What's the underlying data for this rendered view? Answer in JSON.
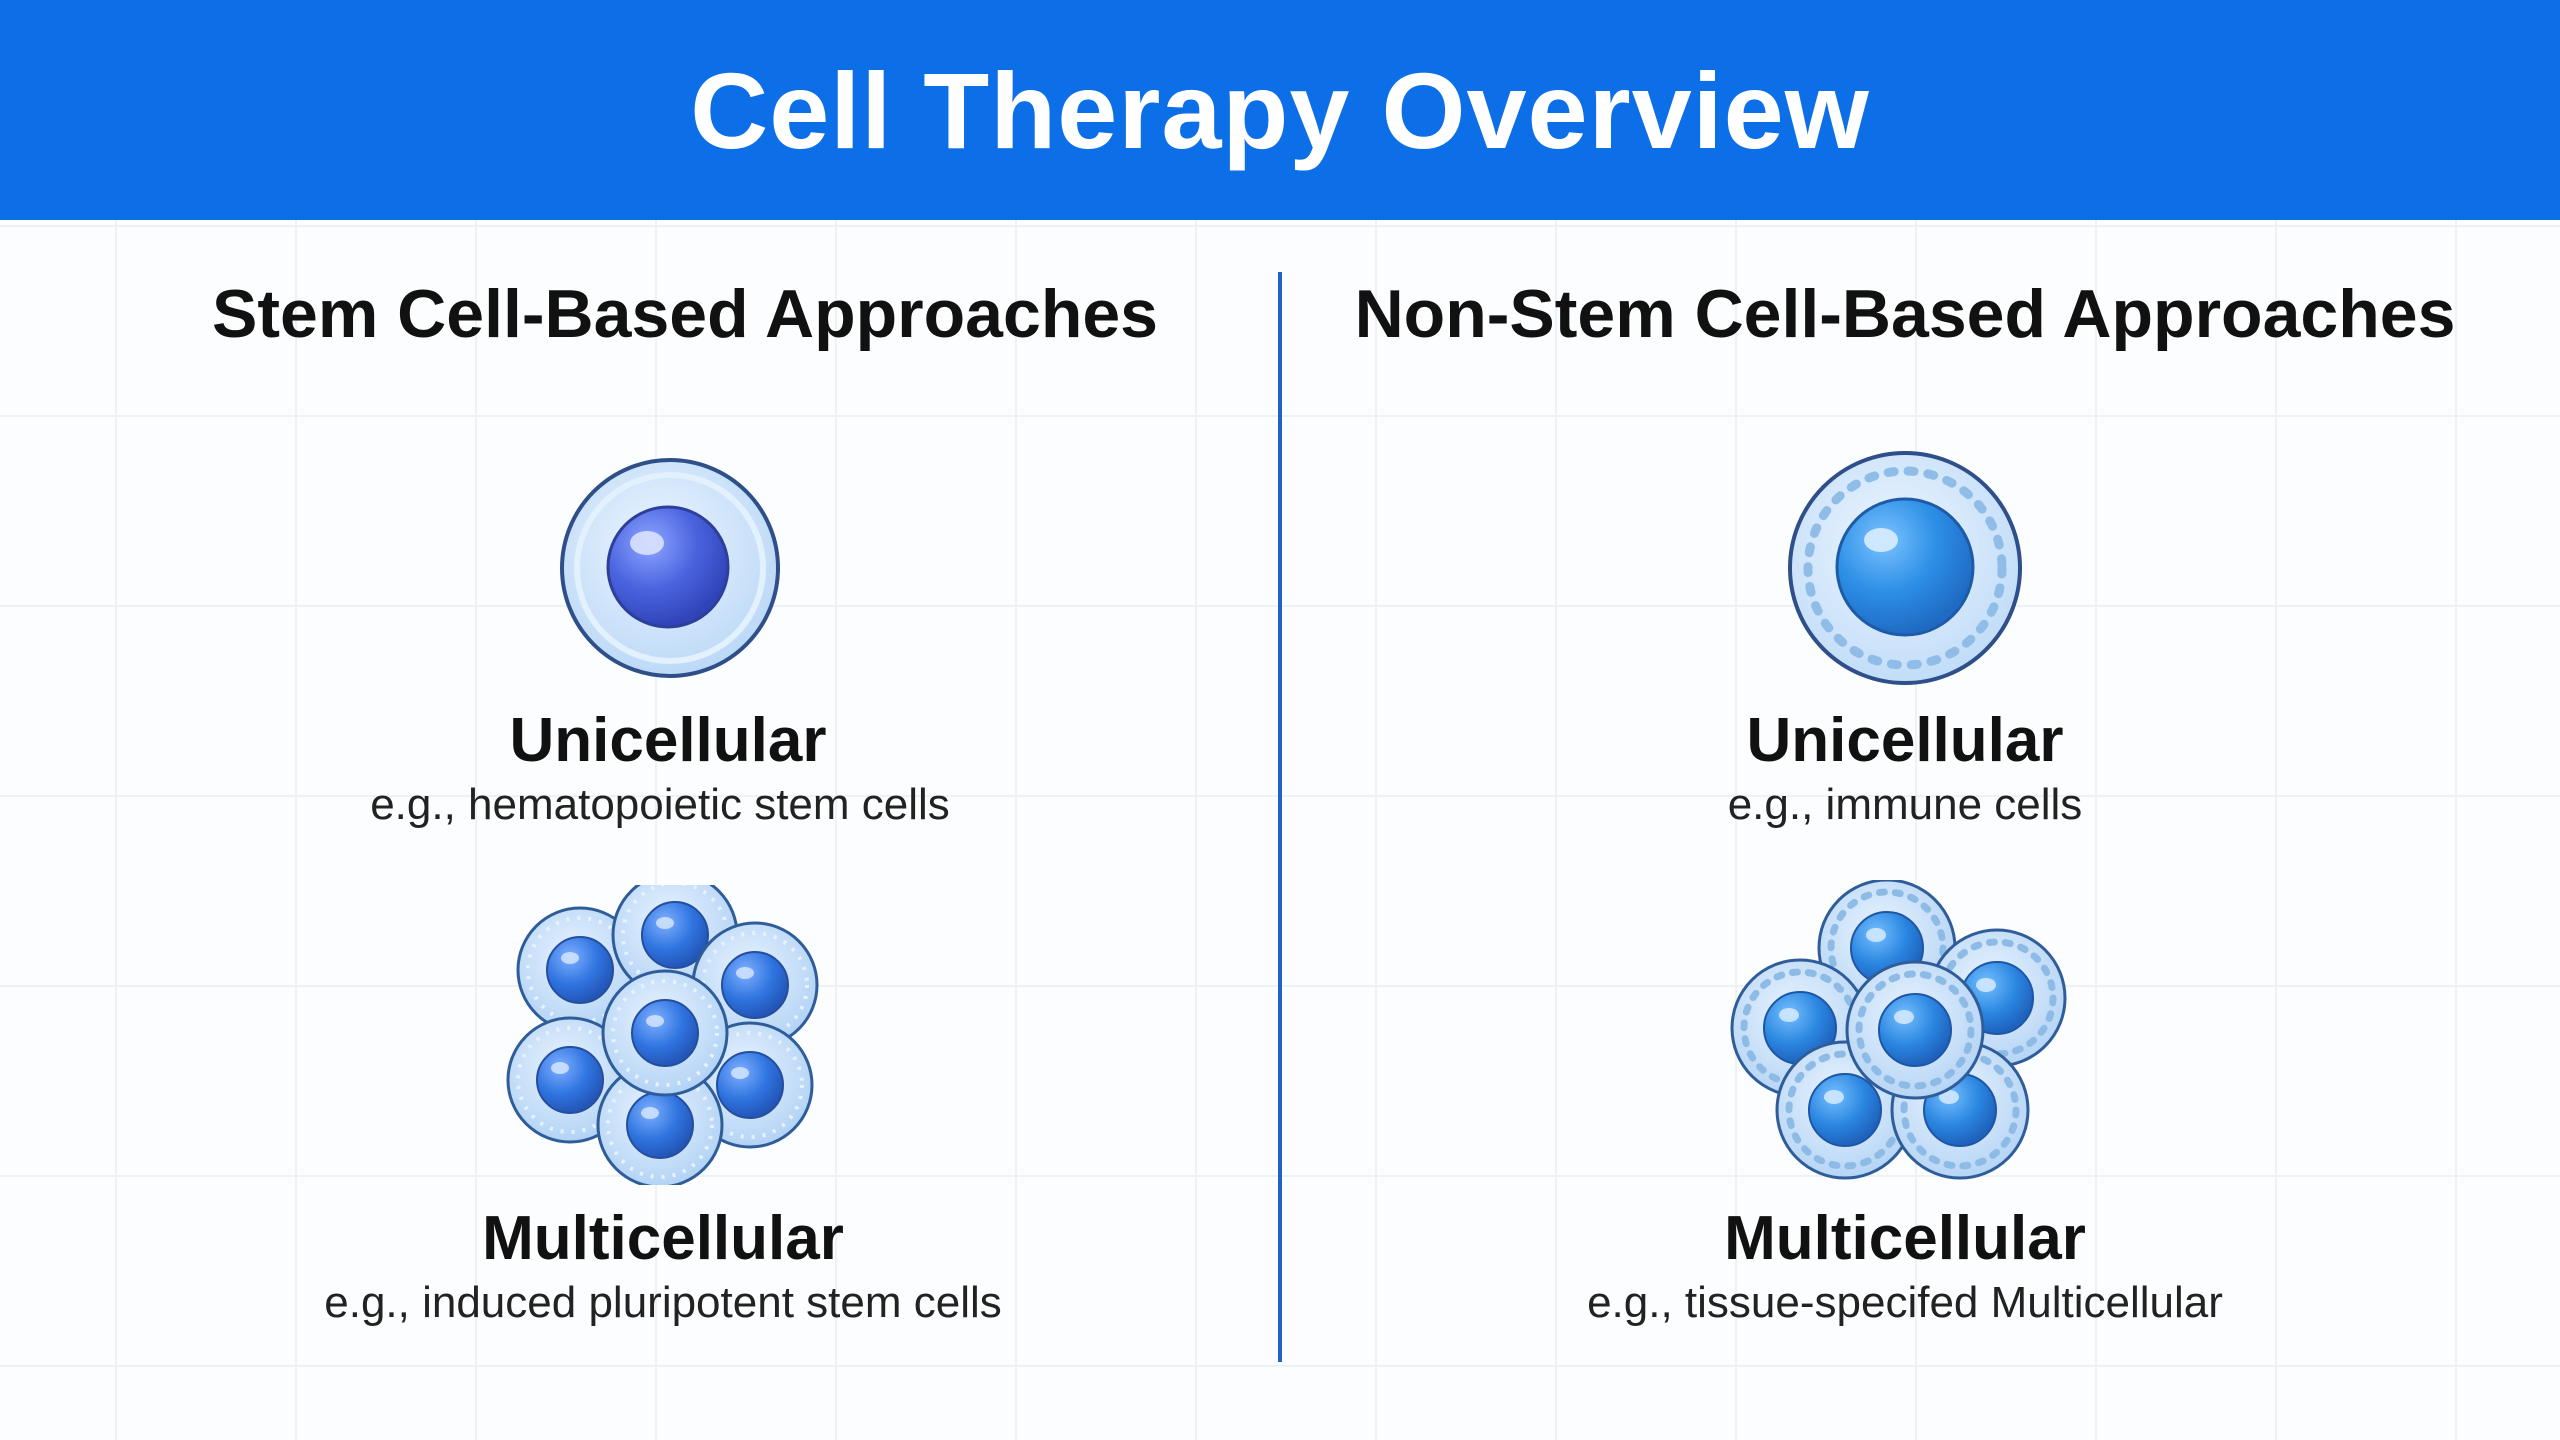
{
  "header": {
    "title": "Cell Therapy Overview"
  },
  "columns": [
    {
      "title": "Stem Cell-Based Approaches",
      "items": [
        {
          "title": "Unicellular",
          "subtitle": "e.g., hematopoietic stem cells"
        },
        {
          "title": "Multicellular",
          "subtitle": "e.g., induced pluripotent stem cells"
        }
      ]
    },
    {
      "title": "Non-Stem Cell-Based Approaches",
      "items": [
        {
          "title": "Unicellular",
          "subtitle": "e.g., immune cells"
        },
        {
          "title": "Multicellular",
          "subtitle": "e.g., tissue-specifed Multicellular"
        }
      ]
    }
  ],
  "colors": {
    "header_bg": "#0d6fe8",
    "divider": "#1f63c9",
    "cell_membrane": "#2f4f8a",
    "cell_cytoplasm": "#d6e8fb",
    "nucleus_stem": "#4a64e0",
    "nucleus_nonstem": "#2d8fe6"
  }
}
